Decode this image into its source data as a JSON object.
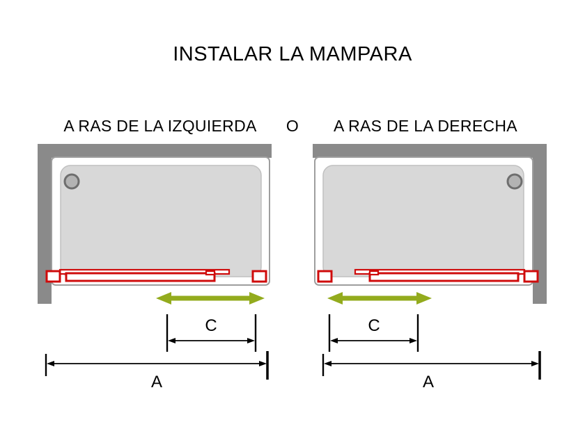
{
  "title": "INSTALAR LA MAMPARA",
  "options": {
    "left": "A RAS DE LA IZQUIERDA",
    "or": "O",
    "right": "A RAS DE LA DERECHA"
  },
  "left_diagram": {
    "dim_c": "C",
    "dim_a": "A"
  },
  "right_diagram": {
    "dim_c": "C",
    "dim_a": "A"
  },
  "colors": {
    "wall_gray": "#8a8a8a",
    "tray_line": "#9e9e9e",
    "tray_fill": "#d8d8d8",
    "tray_inner_line": "#c0c0c0",
    "drain_fill": "#b3b3b3",
    "drain_ring": "#6e6e6e",
    "door_red": "#cf0b0b",
    "arrow_green": "#93ab1d",
    "dim_black": "#000000"
  }
}
